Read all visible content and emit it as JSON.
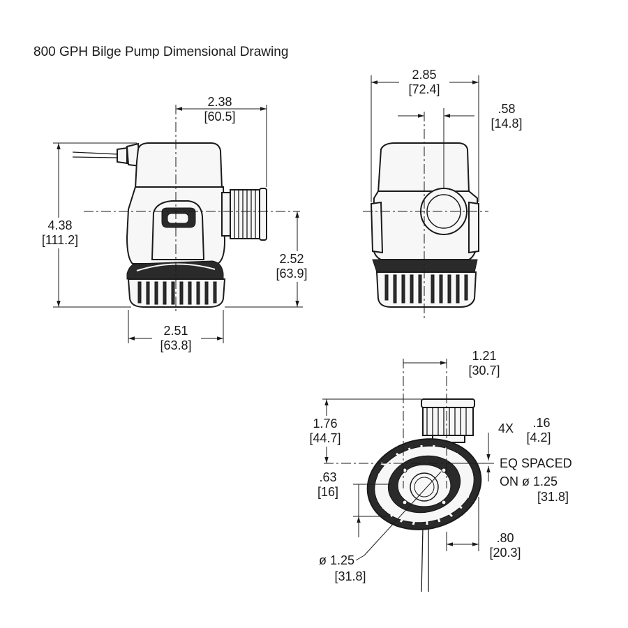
{
  "title": "800 GPH Bilge Pump Dimensional Drawing",
  "side_view": {
    "height": {
      "value": "4.38",
      "mm": "[111.2]"
    },
    "outlet_offset": {
      "value": "2.38",
      "mm": "[60.5]"
    },
    "outlet_height": {
      "value": "2.52",
      "mm": "[63.9]"
    },
    "base_width": {
      "value": "2.51",
      "mm": "[63.8]"
    }
  },
  "front_view": {
    "width": {
      "value": "2.85",
      "mm": "[72.4]"
    },
    "outlet_offset": {
      "value": ".58",
      "mm": "[14.8]"
    }
  },
  "bottom_view": {
    "outlet_offset": {
      "value": "1.21",
      "mm": "[30.7]"
    },
    "outlet_reach": {
      "value": "1.76",
      "mm": "[44.7]"
    },
    "hole_callout": {
      "count": "4X",
      "value": ".16",
      "mm": "[4.2]",
      "line1": "EQ SPACED",
      "line2": "ON ø 1.25",
      "mm2": "[31.8]"
    },
    "slot_offset": {
      "value": ".63",
      "mm": "[16]"
    },
    "base_offset": {
      "value": ".80",
      "mm": "[20.3]"
    },
    "bolt_circle": {
      "value": "ø 1.25",
      "mm": "[31.8]"
    }
  }
}
